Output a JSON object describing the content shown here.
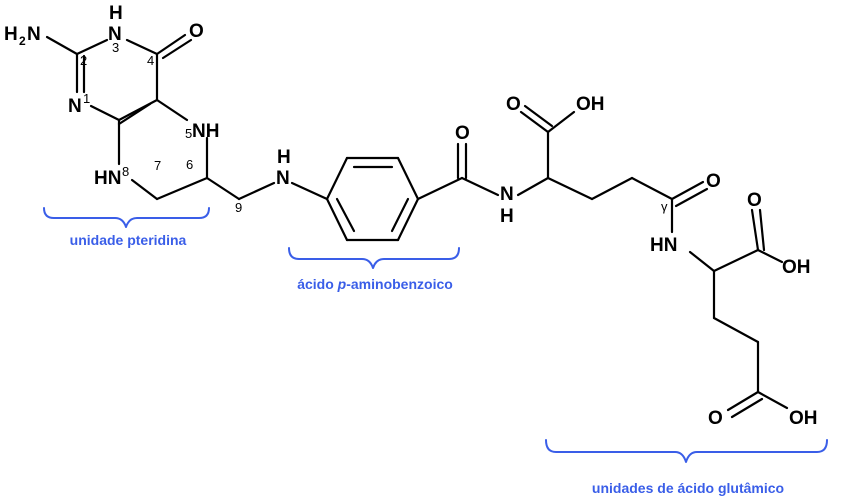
{
  "atoms": {
    "n3_h": "H",
    "n3": "N",
    "h2n_h": "H",
    "h2n_2": "2",
    "h2n_n": "N",
    "o4": "O",
    "n1": "N",
    "n5": "NH",
    "n8": "HN",
    "n10_h": "H",
    "n10": "N",
    "o_amide1": "O",
    "nh_amide1_n": "N",
    "nh_amide1_h": "H",
    "acid1_o": "O",
    "acid1_oh": "OH",
    "o_amide2": "O",
    "nh_amide2": "HN",
    "acid2_o": "O",
    "acid2_oh": "OH",
    "acid3_o": "O",
    "acid3_oh": "OH"
  },
  "numbers": {
    "n1": "1",
    "n2": "2",
    "n3": "3",
    "n4": "4",
    "n5": "5",
    "n6": "6",
    "n7": "7",
    "n8": "8",
    "n9": "9",
    "gamma": "γ"
  },
  "captions": {
    "pteridine": "unidade pteridina",
    "paba_prefix": "ácido ",
    "paba_italic": "p",
    "paba_suffix": "-aminobenzoico",
    "glutamic": "unidades de ácido glutâmico"
  },
  "colors": {
    "caption": "#3a5ee8",
    "bond": "#000000"
  }
}
